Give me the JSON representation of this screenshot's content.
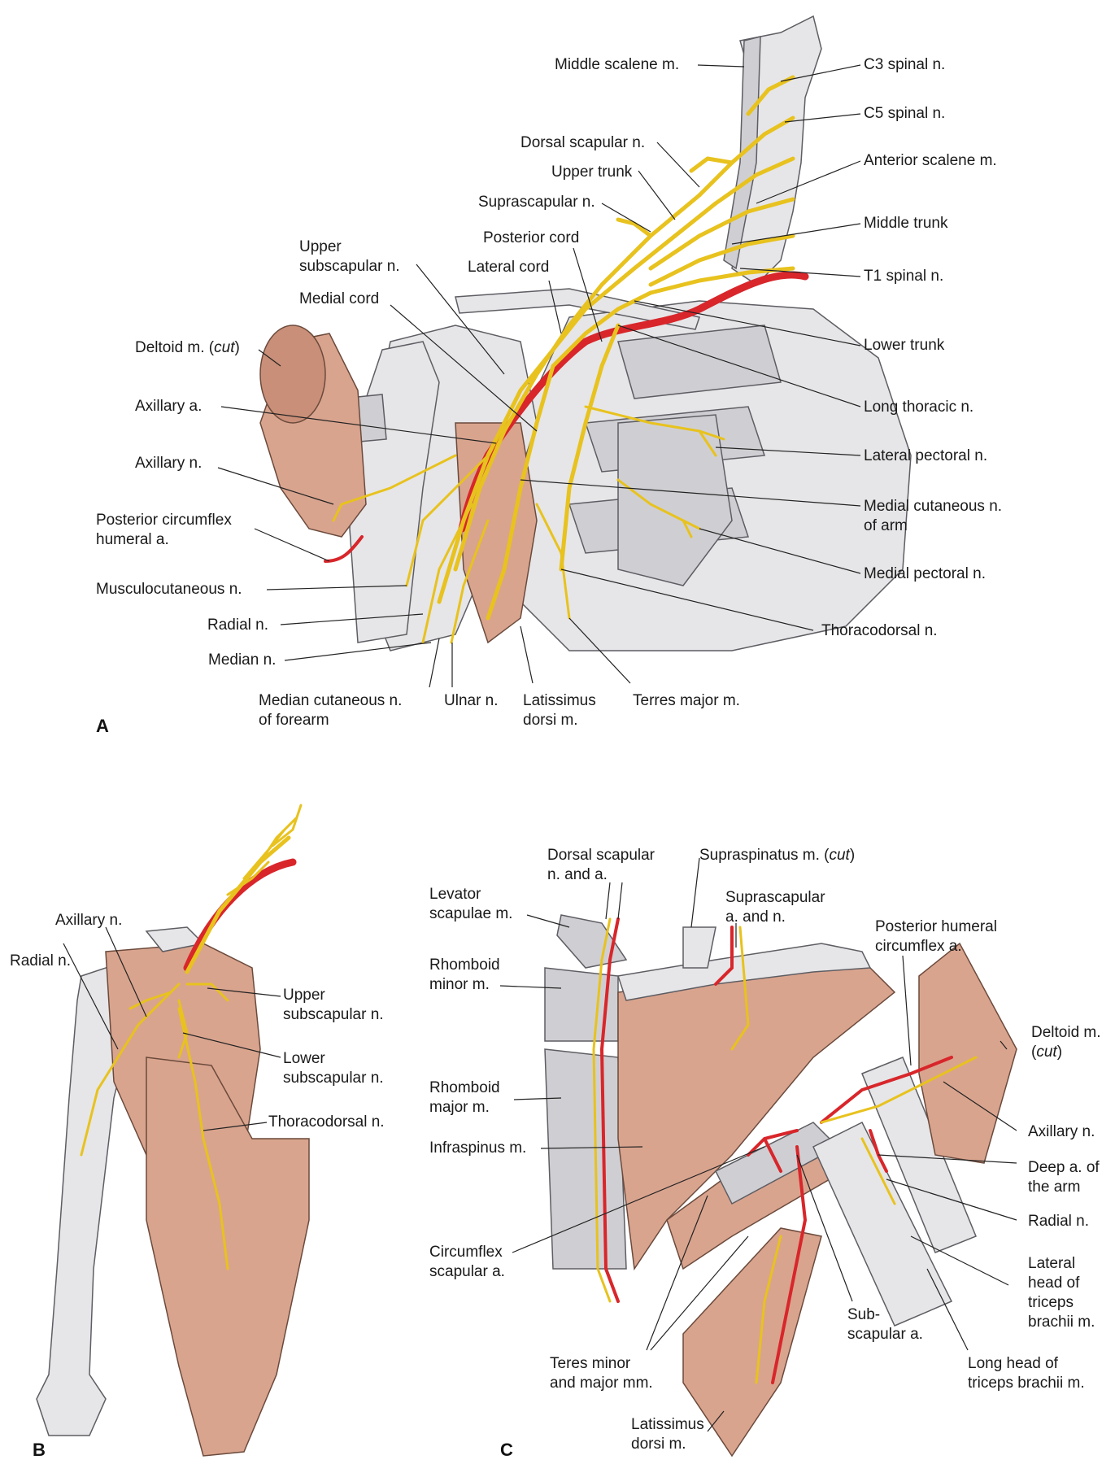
{
  "panel_a": {
    "letter": "A",
    "labels": {
      "middle_scalene": "Middle scalene m.",
      "c3": "C3 spinal n.",
      "c5": "C5 spinal n.",
      "dorsal_scapular": "Dorsal scapular n.",
      "upper_trunk": "Upper trunk",
      "anterior_scalene": "Anterior scalene m.",
      "suprascapular": "Suprascapular n.",
      "posterior_cord": "Posterior cord",
      "middle_trunk": "Middle trunk",
      "upper_subscapular_1": "Upper",
      "upper_subscapular_2": "subscapular n.",
      "lateral_cord": "Lateral cord",
      "t1": "T1 spinal n.",
      "medial_cord": "Medial cord",
      "deltoid_cut_1": "Deltoid m. (",
      "deltoid_cut_2": "cut",
      "deltoid_cut_3": ")",
      "lower_trunk": "Lower trunk",
      "axillary_a": "Axillary a.",
      "long_thoracic": "Long thoracic n.",
      "axillary_n": "Axillary n.",
      "lateral_pectoral": "Lateral pectoral n.",
      "post_circ_humeral_1": "Posterior circumflex",
      "post_circ_humeral_2": "humeral a.",
      "medial_cut_arm_1": "Medial cutaneous n.",
      "medial_cut_arm_2": "of arm",
      "musculocutaneous": "Musculocutaneous n.",
      "medial_pectoral": "Medial pectoral n.",
      "radial": "Radial n.",
      "thoracodorsal": "Thoracodorsal n.",
      "median": "Median n.",
      "median_cut_forearm_1": "Median cutaneous n.",
      "median_cut_forearm_2": "of forearm",
      "ulnar": "Ulnar n.",
      "latissimus_1": "Latissimus",
      "latissimus_2": "dorsi m.",
      "teres_major": "Terres major m."
    }
  },
  "panel_b": {
    "letter": "B",
    "labels": {
      "axillary": "Axillary n.",
      "radial": "Radial n.",
      "upper_subscap_1": "Upper",
      "upper_subscap_2": "subscapular n.",
      "lower_subscap_1": "Lower",
      "lower_subscap_2": "subscapular n.",
      "thoracodorsal": "Thoracodorsal n."
    }
  },
  "panel_c": {
    "letter": "C",
    "labels": {
      "dorsal_scapular_1": "Dorsal scapular",
      "dorsal_scapular_2": "n. and a.",
      "supraspinatus_1": "Supraspinatus m. (",
      "supraspinatus_2": "cut",
      "supraspinatus_3": ")",
      "levator_1": "Levator",
      "levator_2": "scapulae m.",
      "suprascapular_1": "Suprascapular",
      "suprascapular_2": "a. and n.",
      "post_humeral_circ_1": "Posterior humeral",
      "post_humeral_circ_2": "circumflex a.",
      "rhomboid_minor_1": "Rhomboid",
      "rhomboid_minor_2": "minor m.",
      "deltoid_1": "Deltoid m.",
      "deltoid_2a": "(",
      "deltoid_2b": "cut",
      "deltoid_2c": ")",
      "rhomboid_major_1": "Rhomboid",
      "rhomboid_major_2": "major m.",
      "axillary": "Axillary n.",
      "infraspinus": "Infraspinus m.",
      "deep_a_1": "Deep a. of",
      "deep_a_2": "the arm",
      "radial": "Radial n.",
      "circ_scapular_1": "Circumflex",
      "circ_scapular_2": "scapular a.",
      "lateral_head_1": "Lateral",
      "lateral_head_2": "head of",
      "lateral_head_3": "triceps",
      "lateral_head_4": "brachii m.",
      "subscapular_1": "Sub-",
      "subscapular_2": "scapular a.",
      "teres_1": "Teres minor",
      "teres_2": "and major mm.",
      "long_head_1": "Long head of",
      "long_head_2": "triceps brachii m.",
      "latissimus_1": "Latissimus",
      "latissimus_2": "dorsi m."
    }
  },
  "colors": {
    "nerve": "#e8c21e",
    "artery": "#d8262b",
    "muscle": "#d9a48e",
    "bone": "#e6e6e8"
  }
}
